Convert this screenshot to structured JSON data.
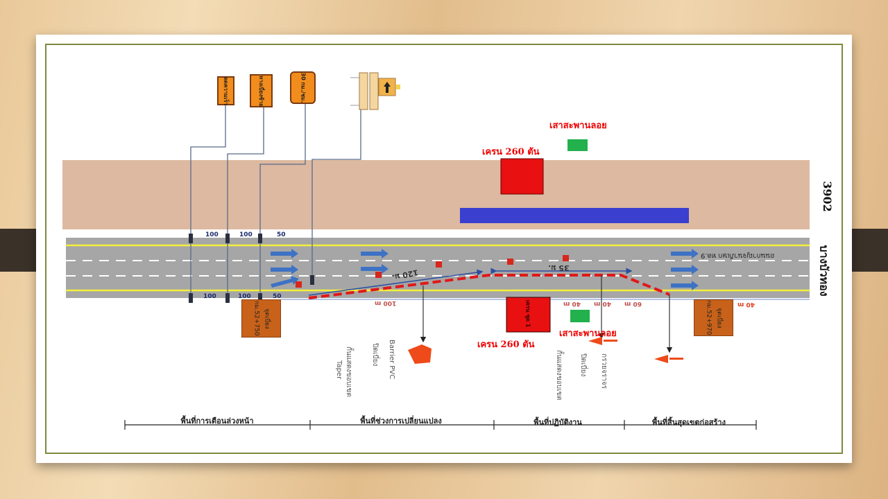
{
  "signs": {
    "sign1": "ลดความเร็ว",
    "sign2": "ทางเบี่ยงซ้าย",
    "sign3": "30 กม./ชม."
  },
  "labels": {
    "bridge_pillar_top": "เสาสะพานลอย",
    "crane_top": "เครน 260 ตัน",
    "bridge_pillar_bottom": "เสาสะพานลอย",
    "crane_bottom": "เครน 260 ตัน",
    "crane_box": "เครน ชุด 1",
    "route_number": "3902",
    "place": "บางบัวทอง",
    "road_name": "ถนนกาญจนาภิเษก ทล.9"
  },
  "dimensions": {
    "top": [
      "100",
      "100",
      "50"
    ],
    "bottom": [
      "100",
      "100",
      "50"
    ],
    "taper": "120 ม.",
    "work": "35 ม.",
    "d100": "100 m",
    "d40a": "40 m",
    "d40b": "40 m",
    "d60": "60 m",
    "d40c": "40 m"
  },
  "detour_points": [
    {
      "title": "จุดเบี่ยง",
      "km": "กม.52+750"
    },
    {
      "title": "จุดเบี่ยง",
      "km": "กม.52+970"
    }
  ],
  "legend_notes": {
    "taper": "Taper",
    "taper_desc": "กั้นแสดงขอบเขต",
    "taper_close": "ปิดเบี่ยง",
    "barrier": "Barrier PVC",
    "cone_desc": "กั้นแสดงขอบเขต",
    "cone_close": "ปิดเบี่ยง",
    "cone": "กรวยจราจร"
  },
  "timeline": [
    "พื้นที่การเตือนล่วงหน้า",
    "พื้นที่ช่วงการเปลี่ยนแปลง",
    "พื้นที่ปฏิบัติงาน",
    "พื้นที่สิ้นสุดเขตก่อสร้าง"
  ],
  "colors": {
    "asphalt": "#a6a6a6",
    "median": "#dcb9a0",
    "crane": "#e81010",
    "pillar": "#22b14c",
    "beam": "#3a3fd0",
    "detour": "#c8621a"
  }
}
